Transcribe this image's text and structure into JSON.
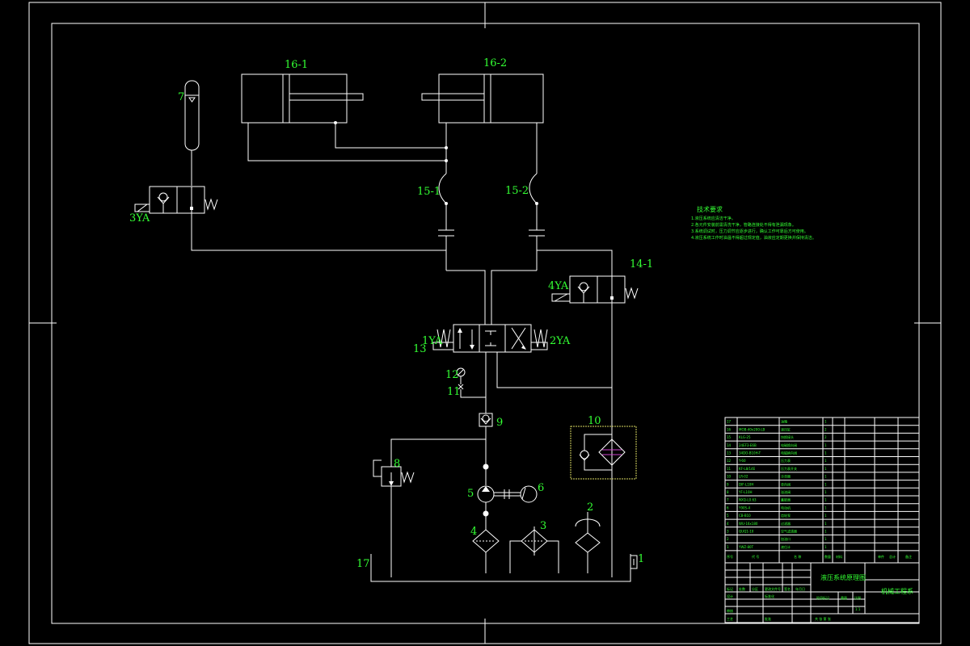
{
  "labels": {
    "l16_1": "16-1",
    "l16_2": "16-2",
    "l7": "7",
    "l3ya": "3YA",
    "l15_1": "15-1",
    "l15_2": "15-2",
    "l4ya": "4YA",
    "l14_1": "14-1",
    "l1ya": "1YA",
    "l2ya": "2YA",
    "l13": "13",
    "l12": "12",
    "l11": "11",
    "l9": "9",
    "l10": "10",
    "l8": "8",
    "l5": "5",
    "l6": "6",
    "l4": "4",
    "l3": "3",
    "l2": "2",
    "l17": "17",
    "l1": "1"
  },
  "notes": {
    "title": "技术要求",
    "lines": [
      "1.液压系统应清洁干净。",
      "2.各元件安装前需清洗干净，管路连接处不得有泄漏现象。",
      "3.系统调试时，压力调节应逐步进行，确认工作可靠后方可使用。",
      "4.液压系统工作时油温不得超过规定值，油液应定期更换并保持清洁。"
    ]
  },
  "parts_table": {
    "rows": [
      [
        "17",
        "",
        "油箱",
        "1"
      ],
      [
        "16",
        "MOB-40x200-LB",
        "液压缸",
        "2"
      ],
      [
        "15",
        "KLG-25",
        "快换接头",
        "2"
      ],
      [
        "14",
        "24EF3-E6B",
        "电磁换向阀",
        "1"
      ],
      [
        "13",
        "34DO-B10H-T",
        "电磁换向阀",
        "1"
      ],
      [
        "12",
        "Y-60",
        "压力表",
        "1"
      ],
      [
        "11",
        "KF-L8/14E",
        "压力表开关",
        "1"
      ],
      [
        "10",
        "LR-02",
        "冷却器",
        "1"
      ],
      [
        "9",
        "DIF-L10H",
        "单向阀",
        "1"
      ],
      [
        "8",
        "YF-L10H",
        "溢流阀",
        "1"
      ],
      [
        "7",
        "NXQ-L0.63",
        "蓄能器",
        "1"
      ],
      [
        "6",
        "Y90S-4",
        "电动机",
        "1"
      ],
      [
        "5",
        "CB-B10",
        "齿轮泵",
        "1"
      ],
      [
        "4",
        "WU-16x180",
        "过滤器",
        "1"
      ],
      [
        "3",
        "QUQ1-10",
        "空气滤清器",
        "1"
      ],
      [
        "2",
        "",
        "加油口",
        "1"
      ],
      [
        "1",
        "YWZ-80T",
        "液位计",
        "1"
      ]
    ],
    "header": [
      "序号",
      "代 号",
      "名 称",
      "数量",
      "材料",
      "单件",
      "总计",
      "备注"
    ]
  },
  "title_block": {
    "drawing_name": "液压系统原理图",
    "unit": "机械工程系",
    "row_labels": [
      "标记",
      "处数",
      "分区",
      "更改文件号",
      "签名",
      "年月日"
    ],
    "design": "设计",
    "review": "审核",
    "process": "工艺",
    "approve": "批准",
    "standard": "标准化",
    "stage": "阶段标记",
    "weight": "重量",
    "scale": "比例",
    "scale_value": "1:1",
    "sheet": "共  张  第  张"
  }
}
